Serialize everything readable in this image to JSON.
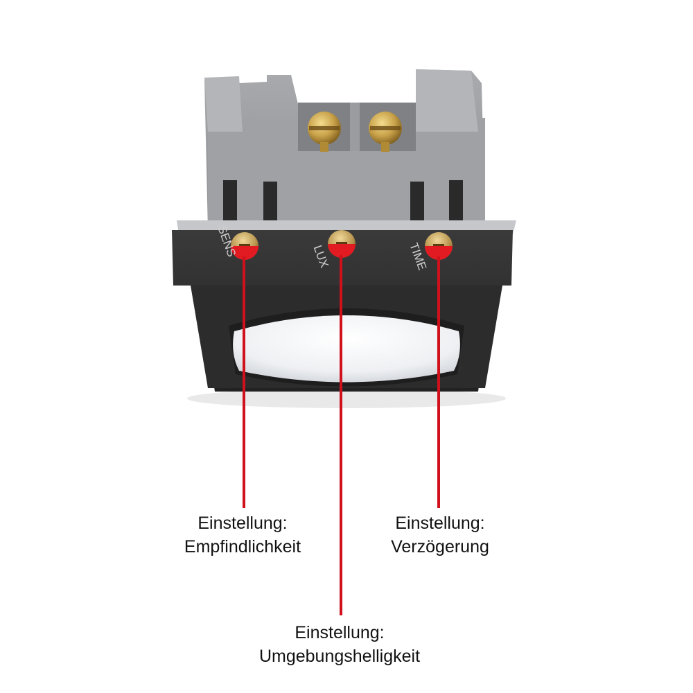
{
  "dial_labels": {
    "sens": "SENS",
    "lux": "LUX",
    "time": "TIME"
  },
  "callouts": {
    "sensitivity": {
      "line1": "Einstellung:",
      "line2": "Empfindlichkeit"
    },
    "delay": {
      "line1": "Einstellung:",
      "line2": "Verzögerung"
    },
    "ambient_brightness": {
      "line1": "Einstellung:",
      "line2": "Umgebungshelligkeit"
    }
  },
  "colors": {
    "accent_red": "#d0111b",
    "housing_gray": "#9a9c9f",
    "frame_black": "#2a2a2a",
    "brass": "#c9a24a",
    "lens_white": "#f4f5f7"
  }
}
